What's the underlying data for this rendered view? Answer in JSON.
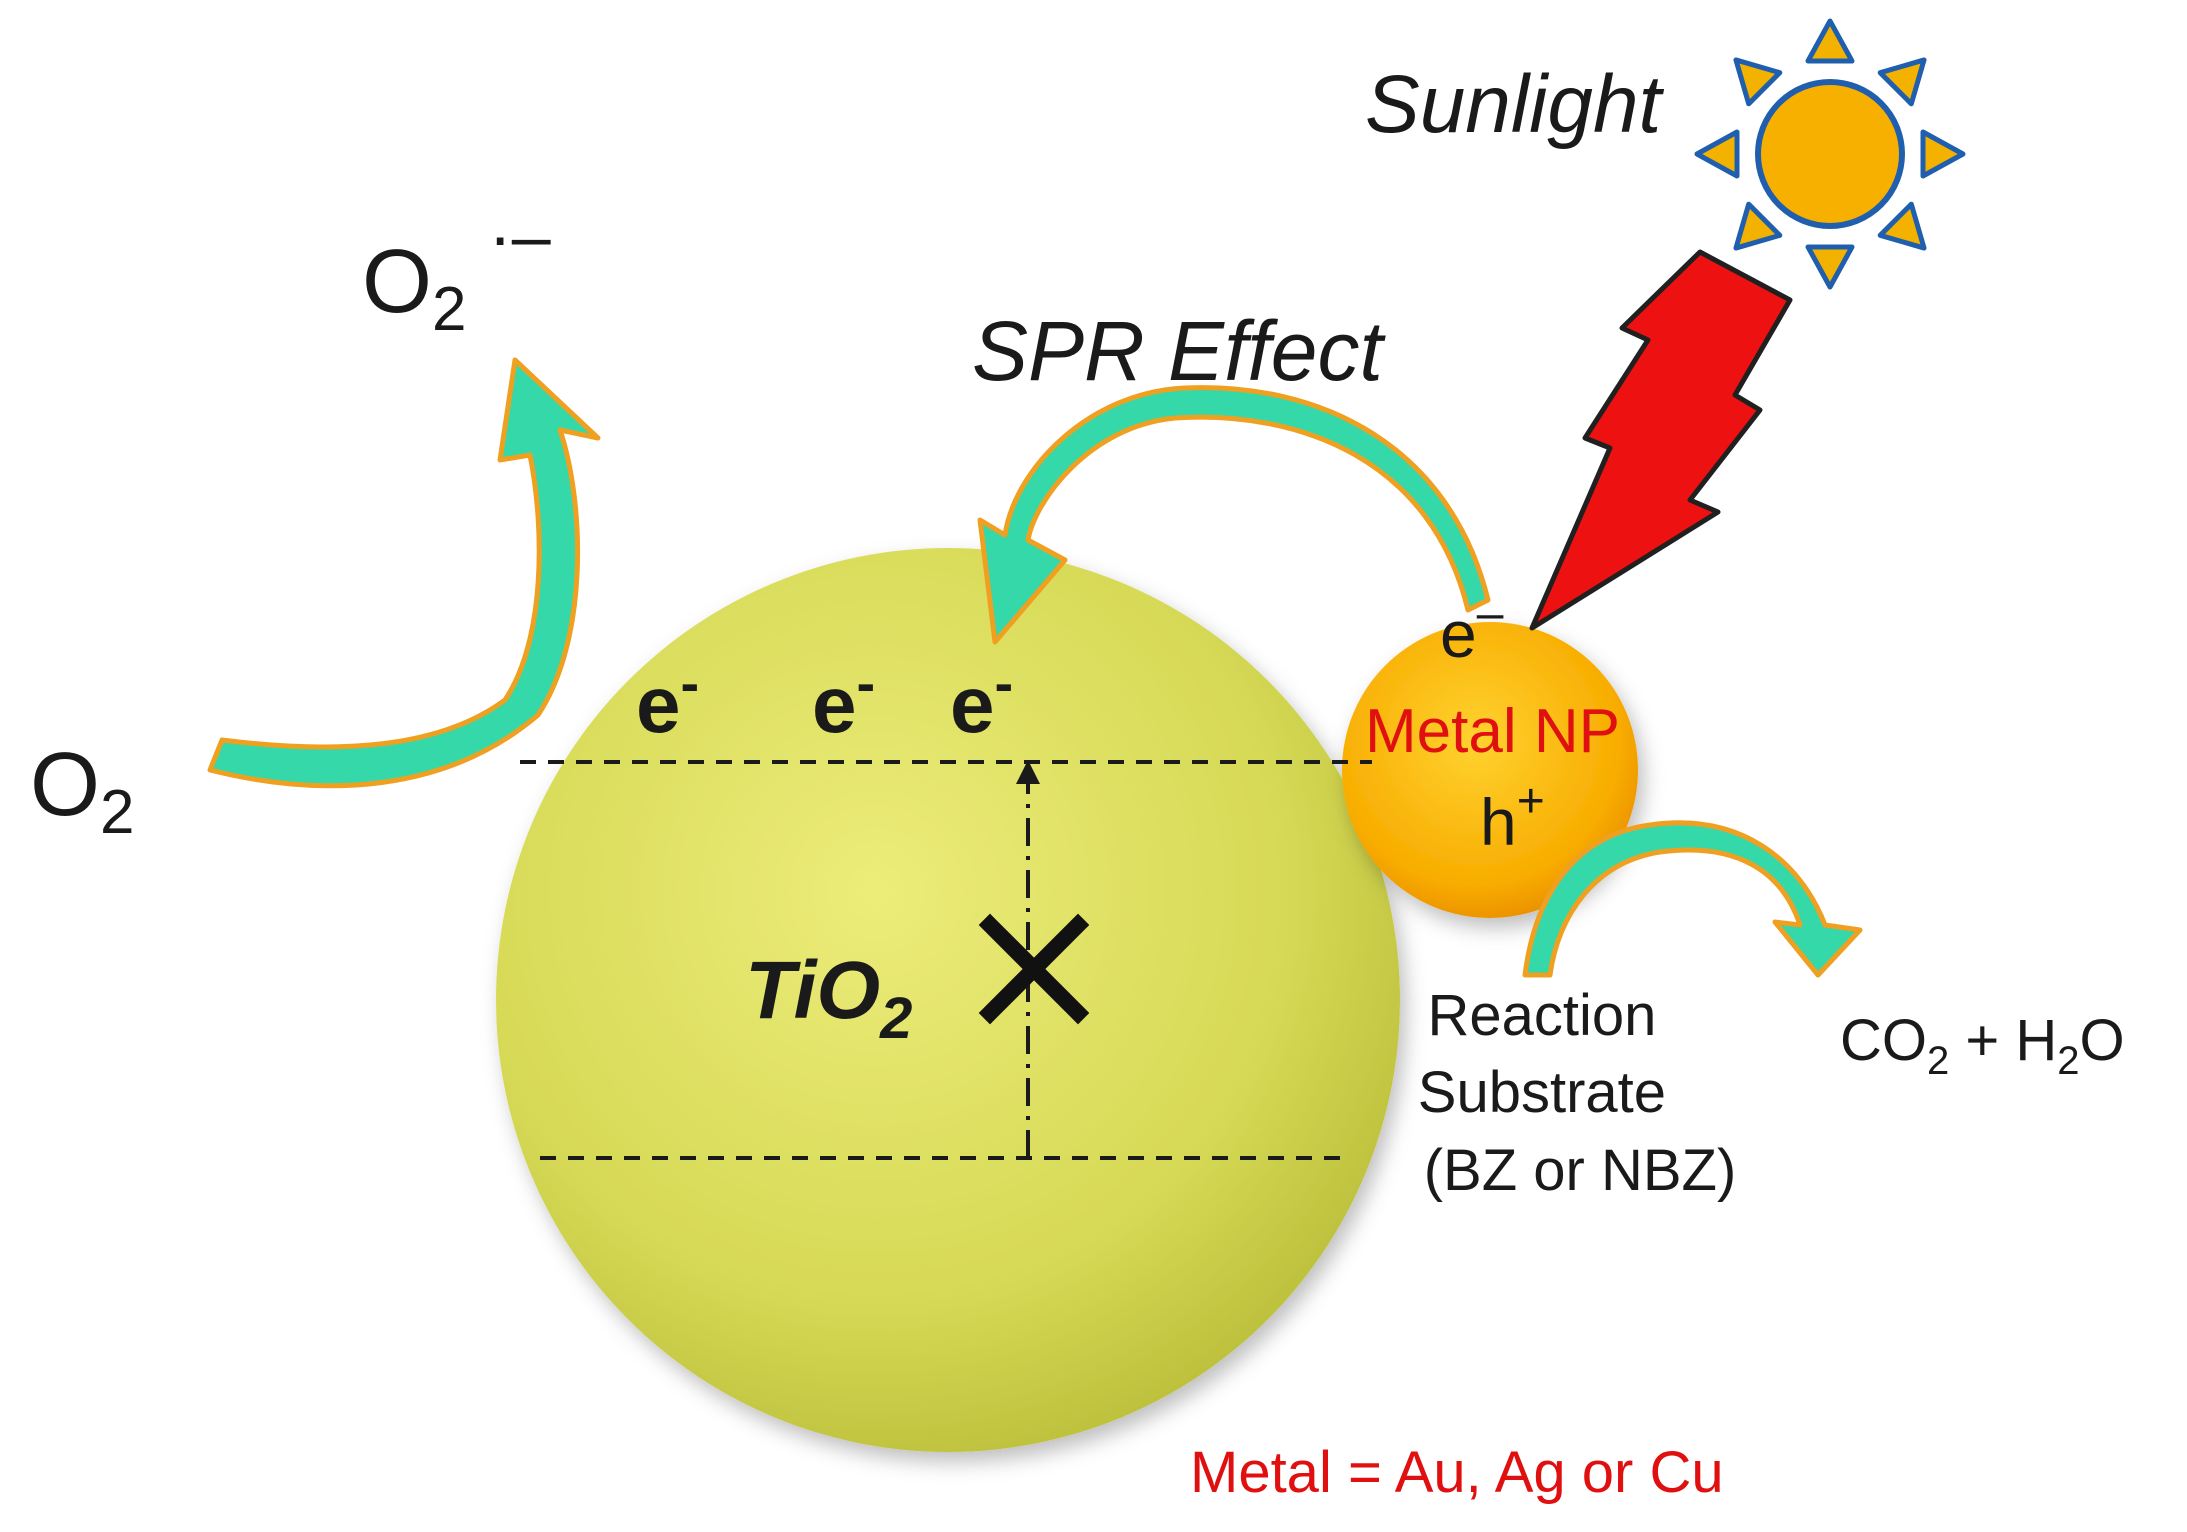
{
  "labels": {
    "sunlight": "Sunlight",
    "superoxide_base": "O",
    "superoxide_sub": "2",
    "superoxide_sup": "·–",
    "oxygen_base": "O",
    "oxygen_sub": "2",
    "spr_effect": "SPR Effect",
    "electron_base": "e",
    "electron_sup": "-",
    "tio2_base": "TiO",
    "tio2_sub": "2",
    "np_electron_base": "e",
    "np_electron_sup": "–",
    "metal_np": "Metal NP",
    "hole_base": "h",
    "hole_sup": "+",
    "substrate_line1": "Reaction",
    "substrate_line2": "Substrate",
    "substrate_line3": "(BZ or NBZ)",
    "co2_base": "CO",
    "co2_sub": "2",
    "plus": " + ",
    "h2o_h": "H",
    "h2o_sub": "2",
    "h2o_o": "O",
    "metal_note": "Metal = Au, Ag or Cu"
  },
  "colors": {
    "tio2_sphere": "#d9dc55",
    "metal_np": "#f5a400",
    "sun": "#f7b000",
    "sun_rays": "#f3b100",
    "sun_outline": "#1f5fae",
    "arrow_fill": "#35d8a8",
    "arrow_outline": "#f0a020",
    "lightning": "#ee1111",
    "highlight_text": "#e01010",
    "dashed_line": "#1a1a1a"
  },
  "icons": [
    "sun-icon",
    "lightning-bolt-icon",
    "cross-mark-icon"
  ]
}
